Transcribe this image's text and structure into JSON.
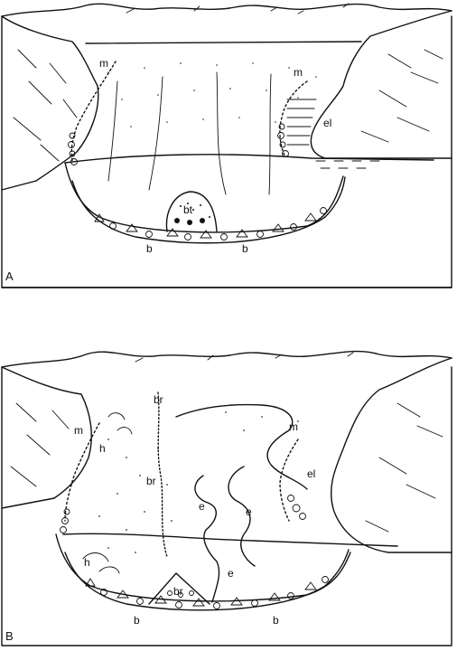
{
  "panels": [
    {
      "panel_label": "A",
      "labels": {
        "moraine_left": "m",
        "moraine_right": "m",
        "ice_lake_deposit": "el",
        "bedrock_knob": "bt",
        "base_left": "b",
        "base_right": "b"
      }
    },
    {
      "panel_label": "B",
      "labels": {
        "moraine_left": "m",
        "moraine_right": "m",
        "hummock_upper": "h",
        "hummock_lower": "h",
        "bedrock_ridge_top": "br",
        "bedrock_ridge_mid": "br",
        "bedrock_ridge_low": "br",
        "esker_1": "e",
        "esker_2": "e",
        "esker_3": "e",
        "ice_lake_deposit": "el",
        "base_left": "b",
        "base_right": "b"
      }
    }
  ]
}
